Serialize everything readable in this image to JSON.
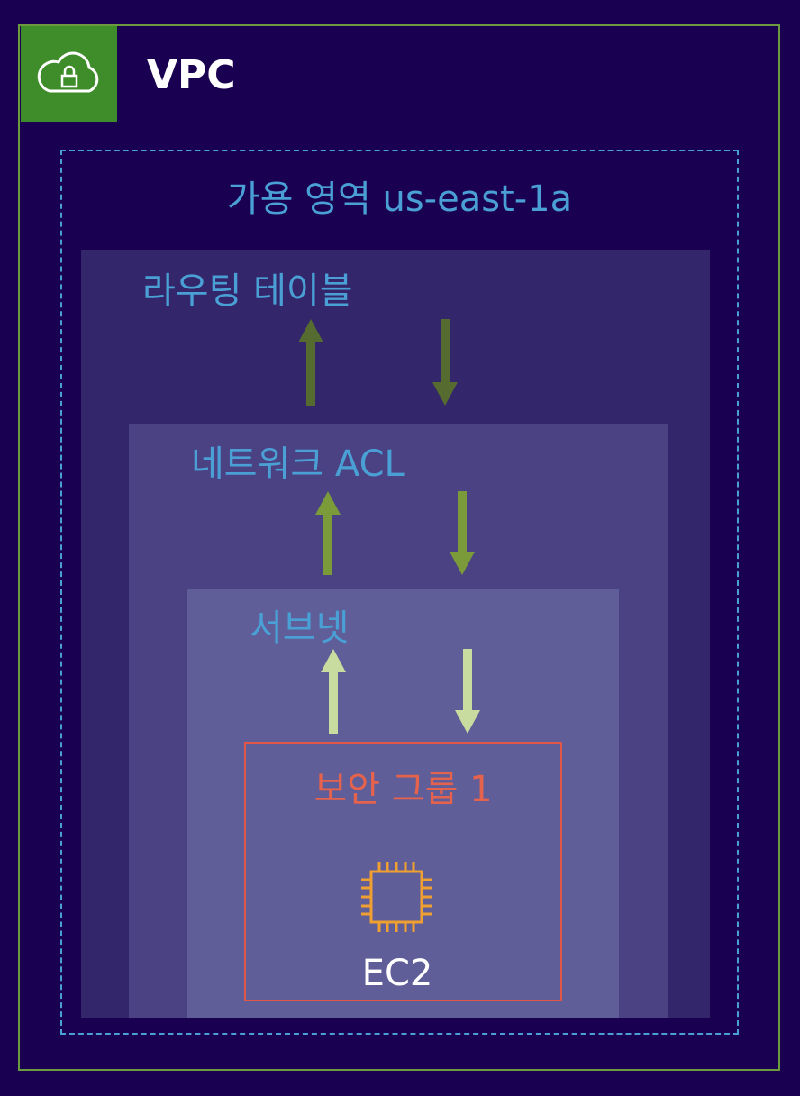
{
  "vpc": {
    "title": "VPC",
    "icon": "cloud-lock-icon"
  },
  "availability_zone": {
    "title": "가용 영역 us-east-1a"
  },
  "route_table": {
    "title": "라우팅 테이블"
  },
  "network_acl": {
    "title": "네트워크 ACL"
  },
  "subnet": {
    "title": "서브넷"
  },
  "security_group": {
    "title": "보안 그룹 1"
  },
  "instance": {
    "label": "EC2",
    "icon": "ec2-chip-icon"
  },
  "colors": {
    "background": "#1a0050",
    "vpc_border": "#6b9a3f",
    "az_border": "#4a9fd5",
    "security_group": "#e0574a",
    "ec2_icon": "#f0a030",
    "arrow_route": "#556b2f",
    "arrow_acl": "#7b9a3a",
    "arrow_subnet": "#c8dca0"
  }
}
